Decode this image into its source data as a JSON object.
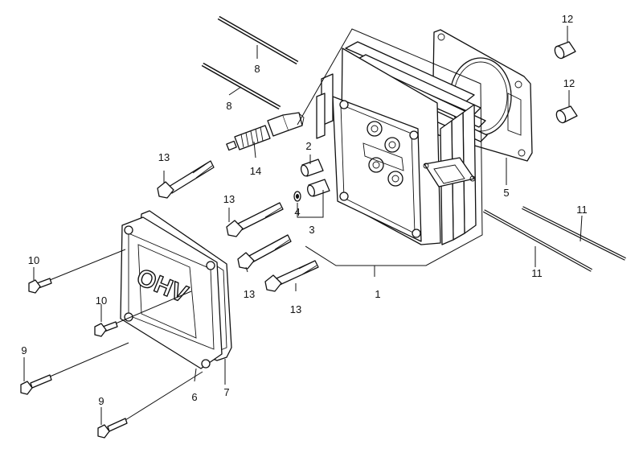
{
  "callouts": {
    "c1": "1",
    "c2": "2",
    "c3": "3",
    "c4": "4",
    "c5": "5",
    "c6": "6",
    "c7": "7",
    "c8a": "8",
    "c8b": "8",
    "c9a": "9",
    "c9b": "9",
    "c10a": "10",
    "c10b": "10",
    "c11a": "11",
    "c11b": "11",
    "c12a": "12",
    "c12b": "12",
    "c13a": "13",
    "c13b": "13",
    "c13c": "13",
    "c13d": "13",
    "c14": "14"
  },
  "cover_marking": "OHV"
}
